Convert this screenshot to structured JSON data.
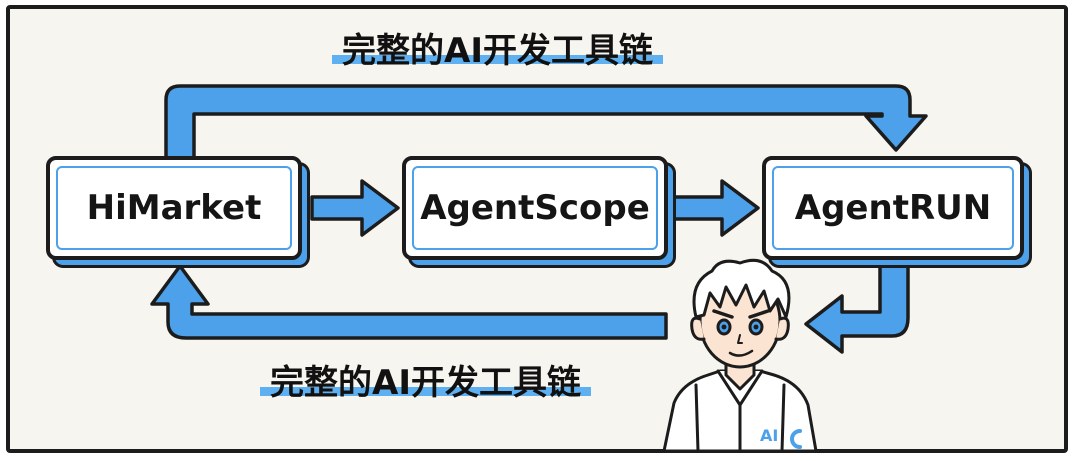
{
  "nodes": {
    "himarket": "HiMarket",
    "agentscope": "AgentScope",
    "agentrun": "AgentRUN"
  },
  "titles": {
    "top": "完整的AI开发工具链",
    "bottom": "完整的AI开发工具链"
  },
  "person": {
    "jacket_badge": "AI"
  },
  "colors": {
    "accent_blue": "#4da1ea",
    "outline": "#1c1c1c",
    "background": "#f7f5ef"
  }
}
